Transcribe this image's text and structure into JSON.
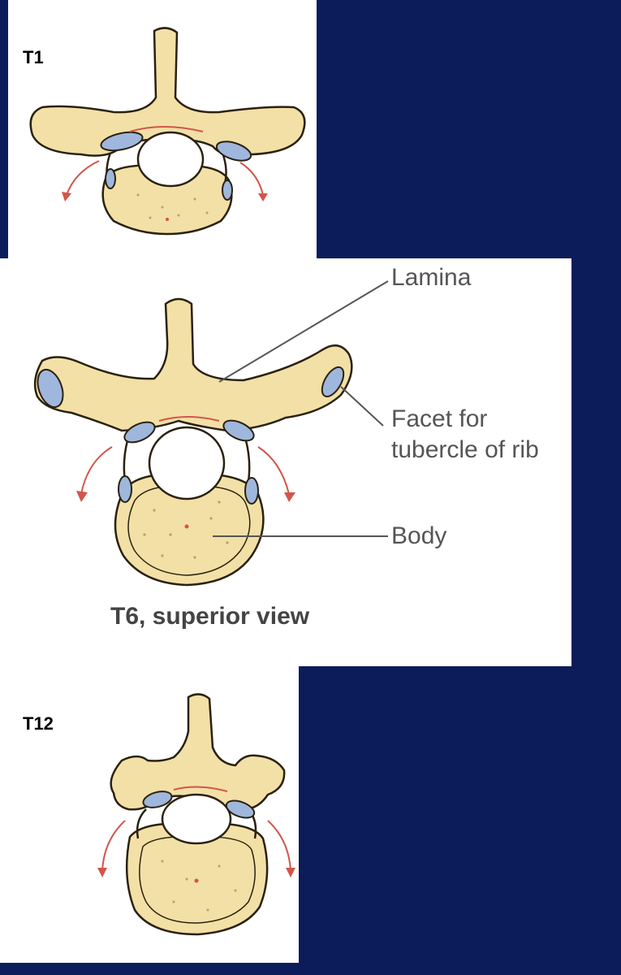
{
  "colors": {
    "background": "#0c1c5a",
    "panel": "#ffffff",
    "bone_fill": "#f3e0a6",
    "bone_outline": "#2a2110",
    "facet": "#9fb7dc",
    "arrow": "#d2554a",
    "leader_line": "#555555"
  },
  "vertebrae": {
    "t1": {
      "label": "T1"
    },
    "t6": {
      "caption": "T6, superior view",
      "callouts": {
        "lamina": "Lamina",
        "facet_line1": "Facet for",
        "facet_line2": "tubercle of rib",
        "body": "Body"
      }
    },
    "t12": {
      "label": "T12"
    }
  }
}
